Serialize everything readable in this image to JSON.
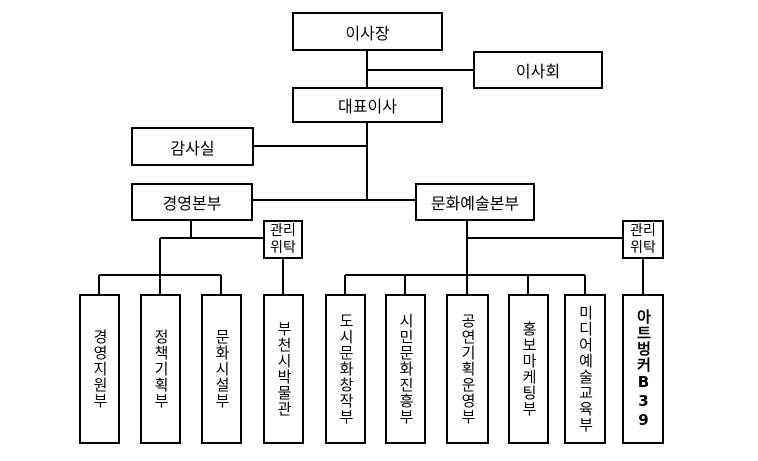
{
  "org": {
    "chairman": "이사장",
    "board": "이사회",
    "ceo": "대표이사",
    "audit": "감사실",
    "management_hq": "경영본부",
    "culture_hq": "문화예술본부",
    "management_outsourced": "관리\n위탁",
    "culture_outsourced": "관리\n위탁",
    "management_departments": [
      "경영지원부",
      "정책기획부",
      "문화시설부",
      "부천시박물관"
    ],
    "culture_departments": [
      "도시문화창작부",
      "시민문화진흥부",
      "공연기획운영부",
      "홍보마케팅부",
      "미디어예술교육부",
      "아트벙커B39"
    ]
  }
}
